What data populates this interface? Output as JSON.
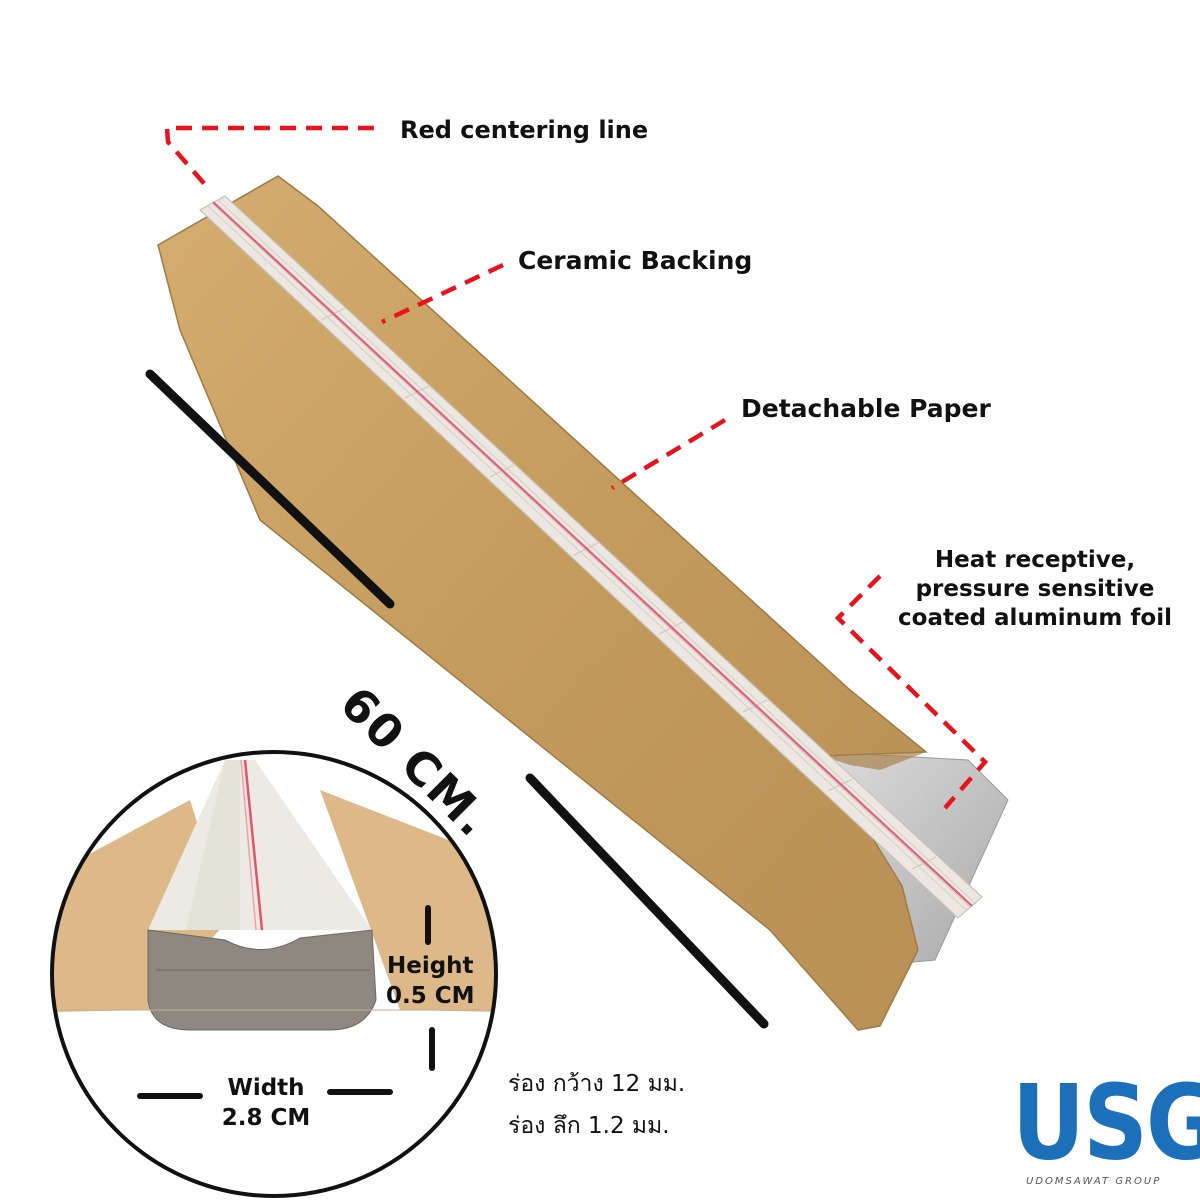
{
  "labels": {
    "centering_line": "Red centering line",
    "ceramic_backing": "Ceramic Backing",
    "detachable_paper": "Detachable Paper",
    "foil_line1": "Heat receptive,",
    "foil_line2": "pressure sensitive",
    "foil_line3": "coated aluminum foil",
    "length": "60 CM.",
    "height_label": "Height",
    "height_value": "0.5 CM",
    "width_label": "Width",
    "width_value": "2.8 CM"
  },
  "thai_notes": {
    "groove_width": "ร่อง กว้าง 12 มม.",
    "groove_depth": "ร่อง ลึก 1.2 มม."
  },
  "logo": {
    "mark": "USG",
    "tagline": "UDOMSAWAT GROUP"
  },
  "colors": {
    "leader_line": "#e8131c",
    "paper": "#c9a36a",
    "ceramic": "#e9e4dc",
    "foil": "#c8c8c8",
    "brand_blue": "#1c6fb9"
  }
}
